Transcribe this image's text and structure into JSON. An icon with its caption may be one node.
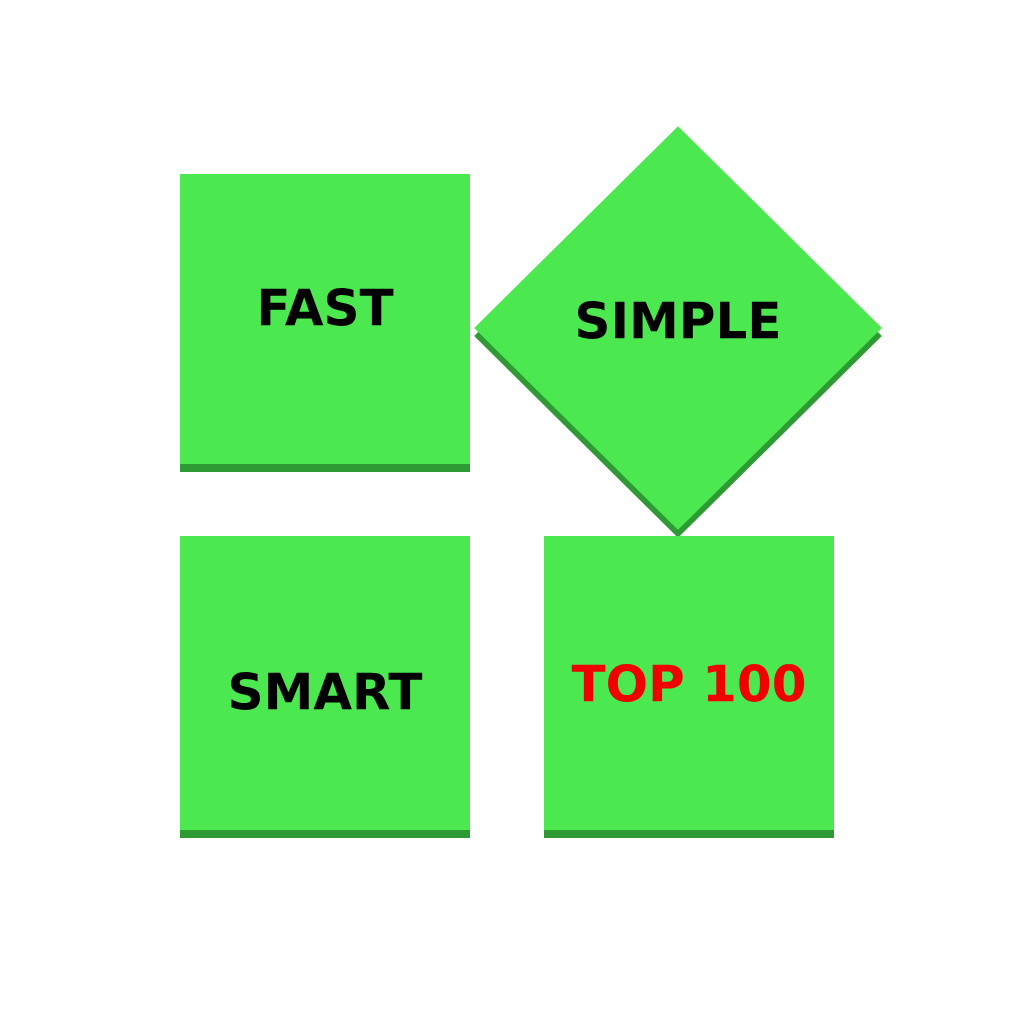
{
  "diagram": {
    "nodes": [
      {
        "text": [
          "FAST"
        ]
      },
      {
        "text": [
          "SIMPLE"
        ]
      },
      {
        "text": [
          "SMART"
        ]
      },
      {
        "text": [
          "TOP 100"
        ]
      }
    ]
  }
}
